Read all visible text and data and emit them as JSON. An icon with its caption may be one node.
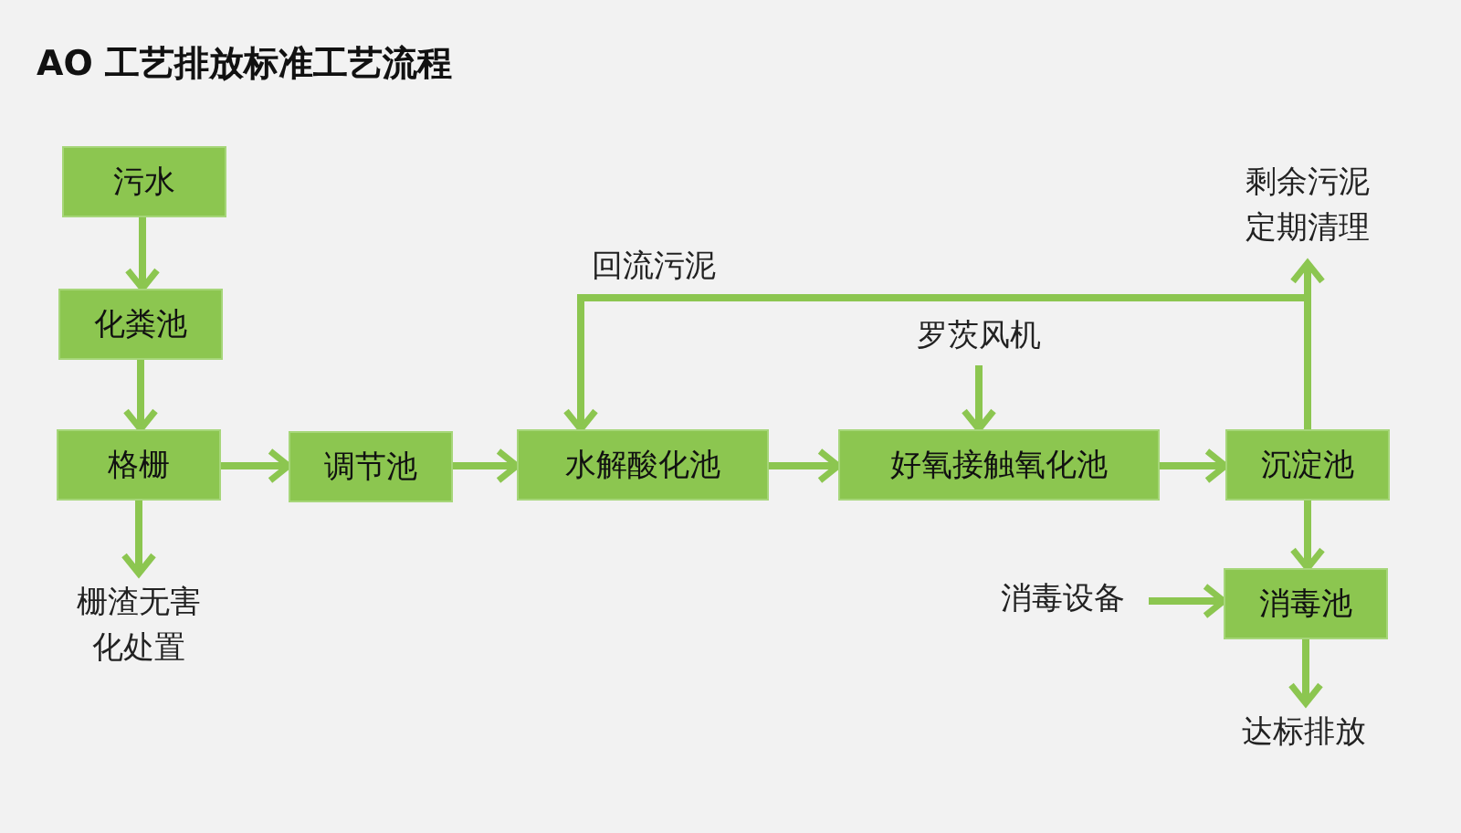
{
  "diagram": {
    "title": "AO 工艺排放标准工艺流程",
    "nodes": [
      {
        "text": [
          "污水"
        ]
      },
      {
        "text": [
          "化粪池"
        ]
      },
      {
        "text": [
          "格栅"
        ]
      },
      {
        "text": [
          "栅渣无害化处置"
        ]
      },
      {
        "text": [
          "调节池"
        ]
      },
      {
        "text": [
          "水解酸化池"
        ]
      },
      {
        "text": [
          "好氧接触氧化池"
        ]
      },
      {
        "text": [
          "沉淀池"
        ]
      },
      {
        "text": [
          "剩余污泥定期清理"
        ]
      },
      {
        "text": [
          "罗茨风机"
        ]
      },
      {
        "text": [
          "消毒设备"
        ]
      },
      {
        "text": [
          "消毒池"
        ]
      },
      {
        "text": [
          "达标排放"
        ]
      }
    ],
    "edges": [
      {
        "from": 0,
        "to": 1,
        "arrow": "to"
      },
      {
        "from": 1,
        "to": 2,
        "arrow": "to"
      },
      {
        "from": 2,
        "to": 3,
        "arrow": "to"
      },
      {
        "from": 2,
        "to": 4,
        "arrow": "to"
      },
      {
        "from": 4,
        "to": 5,
        "arrow": "to"
      },
      {
        "from": 5,
        "to": 6,
        "arrow": "to"
      },
      {
        "from": 6,
        "to": 7,
        "arrow": "to"
      },
      {
        "from": 7,
        "to": 8,
        "arrow": "to"
      },
      {
        "from": 7,
        "to": 5,
        "arrow": "to",
        "label": "回流污泥"
      },
      {
        "from": 9,
        "to": 6,
        "arrow": "to"
      },
      {
        "from": 7,
        "to": 11,
        "arrow": "to"
      },
      {
        "from": 10,
        "to": 11,
        "arrow": "to"
      },
      {
        "from": 11,
        "to": 12,
        "arrow": "to"
      }
    ]
  }
}
